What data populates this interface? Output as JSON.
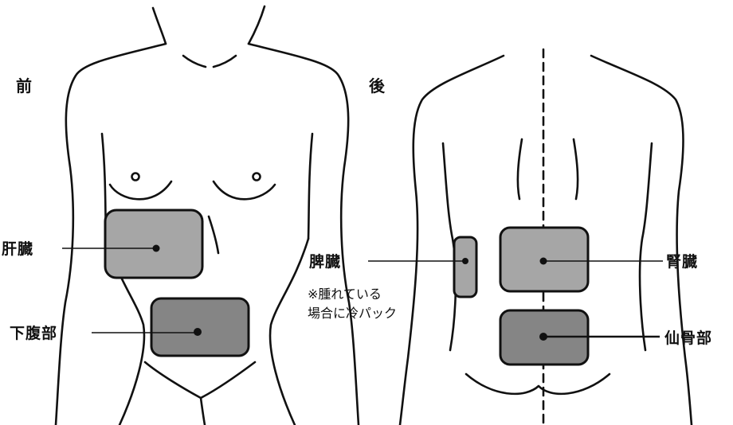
{
  "views": {
    "front": "前",
    "back": "後"
  },
  "labels": {
    "liver": "肝臓",
    "lower_abdomen": "下腹部",
    "spleen": "脾臓",
    "kidney": "腎臓",
    "sacrum": "仙骨部"
  },
  "note": {
    "line1": "※腫れている",
    "line2": "場合に冷パック"
  },
  "colors": {
    "line": "#111111",
    "pack_light": "#a6a6a6",
    "pack_dark": "#858585",
    "background": "#ffffff"
  }
}
